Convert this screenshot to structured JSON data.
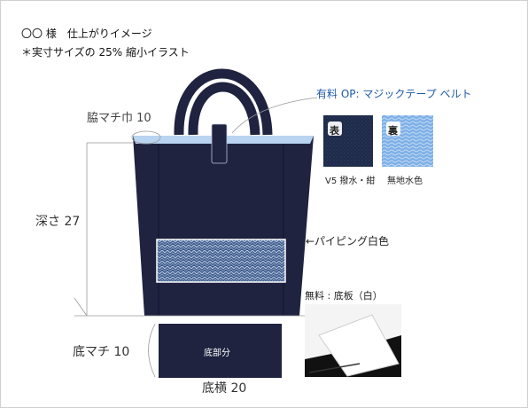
{
  "header": {
    "line1": "〇〇 様　仕上がりイメージ",
    "line2": "＊実寸サイズの 25% 縮小イラスト"
  },
  "labels": {
    "side_gusset": "脇マチ巾 10",
    "depth": "深さ 27",
    "option": "有料 OP: マジックテープ ベルト",
    "piping": "←パイピング白色",
    "free_board": "無料 : 底板（白）",
    "bottom_gusset": "底マチ 10",
    "bottom_part": "底部分",
    "bottom_width": "底横 20"
  },
  "swatches": [
    {
      "mark": "表",
      "caption": "V5 撥水・紺",
      "color": "#1d2a4a"
    },
    {
      "mark": "裏",
      "caption": "無地水色",
      "color": "#7eb0e6"
    }
  ],
  "colors": {
    "bag": "#1f2340",
    "bag_edge": "#14172c",
    "lining": "#b8d4f0",
    "accent": "#1e5aa8"
  }
}
